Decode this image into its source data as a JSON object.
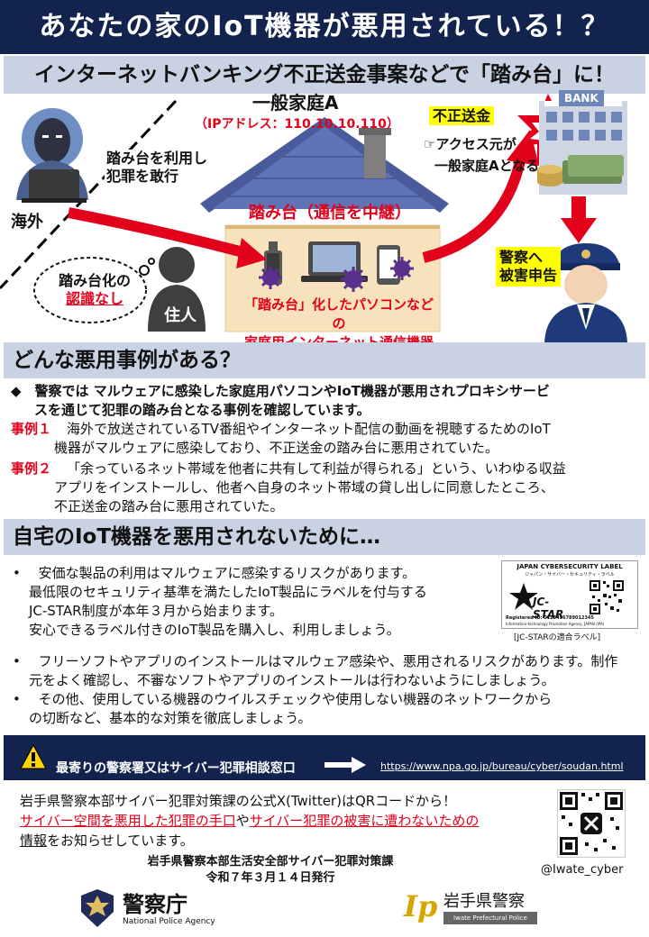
{
  "header": {
    "title": "あなたの家のIoT機器が悪用されている！？",
    "subtitle": "インターネットバンキング不正送金事案などで「踏み台」に！"
  },
  "scene": {
    "household_label": "一般家庭A",
    "ip_label": "（IPアドレス：110.10.10.110）",
    "attacker_caption_1": "踏み台を利用し",
    "attacker_caption_2": "犯罪を敢行",
    "overseas_label": "海外",
    "relay_label": "踏み台（通信を中継）",
    "fraud_label": "不正送金",
    "access_line_1": "☞アクセス元が",
    "access_line_2": "一般家庭Aとなる",
    "bank_label": "BANK",
    "police_report_1": "警察へ",
    "police_report_2": "被害申告",
    "unaware_1": "踏み台化の",
    "unaware_2": "認識なし",
    "resident_label": "住人",
    "devices_line_1": "「踏み台」化したパソコンなどの",
    "devices_line_2": "家庭用インターネット通信機器"
  },
  "cases": {
    "heading": "どんな悪用事例がある？",
    "intro_1": "◆　警察では マルウェアに感染した家庭用パソコンやIoT機器が悪用されプロキシサービ",
    "intro_2": "スを通じて犯罪の踏み台となる事例を確認しています。",
    "case1_label": "事例１",
    "case1_line_1": "海外で放送されているTV番組やインターネット配信の動画を視聴するためのIoT",
    "case1_line_2": "機器がマルウェアに感染しており、不正送金の踏み台に悪用されていた。",
    "case2_label": "事例２",
    "case2_line_1": "「余っているネット帯域を他者に共有して利益が得られる」という、いわゆる収益",
    "case2_line_2": "アプリをインストールし、他者へ自身のネット帯域の貸し出しに同意したところ、",
    "case2_line_3": "不正送金の踏み台に悪用されていた。"
  },
  "prevention": {
    "heading": "自宅のIoT機器を悪用されないために…",
    "bullet1_line_1": "•　 安価な製品の利用はマルウェアに感染するリスクがあります。",
    "bullet1_line_2": "最低限のセキュリティ基準を満たしたIoT製品にラベルを付与する",
    "bullet1_line_3": "JC-STAR制度が本年３月から始まります。",
    "bullet1_line_4": "安心できるラベル付きのIoT製品を購入し、利用しましょう。",
    "bullet2_line_1": "•　 フリーソフトやアプリのインストールはマルウェア感染や、悪用されるリスクがあります。制作",
    "bullet2_line_2": "元をよく確認し、不審なソフトやアプリのインストールは行わないようにしましょう。",
    "bullet3_line_1": "•　 その他、使用している機器のウイルスチェックや使用しない機器のネットワークから",
    "bullet3_line_2": "の切断など、基本的な対策を徹底しましょう。",
    "label_title": "JAPAN CYBERSECURITY LABEL",
    "label_subtitle": "ジャパン・サイバー・セキュリティ・ラベル",
    "label_brand": "JC-STAR",
    "label_reg": "Registered ID: 0123456789012345",
    "label_issuer": "Information-technology Promotion Agency, JAPAN (IPA)",
    "label_caption": "[JC-STARの適合ラベル]"
  },
  "contact": {
    "text": "最寄りの警察署又はサイバー犯罪相談窓口",
    "url": "https://www.npa.go.jp/bureau/cyber/soudan.html"
  },
  "footer": {
    "line1": "岩手県警察本部サイバー犯罪対策課の公式X(Twitter)はQRコードから！",
    "link1": "サイバー空間を悪用した犯罪の手口",
    "mid": "や",
    "link2": "サイバー犯罪の被害に遭わないための",
    "link3": "情報",
    "tail": "をお知らせしています。",
    "issuer": "岩手県警察本部生活安全部サイバー犯罪対策課",
    "date": "令和７年３月１４日発行",
    "handle": "@Iwate_cyber",
    "npa_name": "警察庁",
    "npa_en": "National Police Agency",
    "iwate_name": "岩手県警察",
    "iwate_en": "Iwate Prefectural Police",
    "iwate_logo": "Ip"
  },
  "colors": {
    "navy": "#12244d",
    "band": "#c9d2e3",
    "red": "#e2001a"
  }
}
